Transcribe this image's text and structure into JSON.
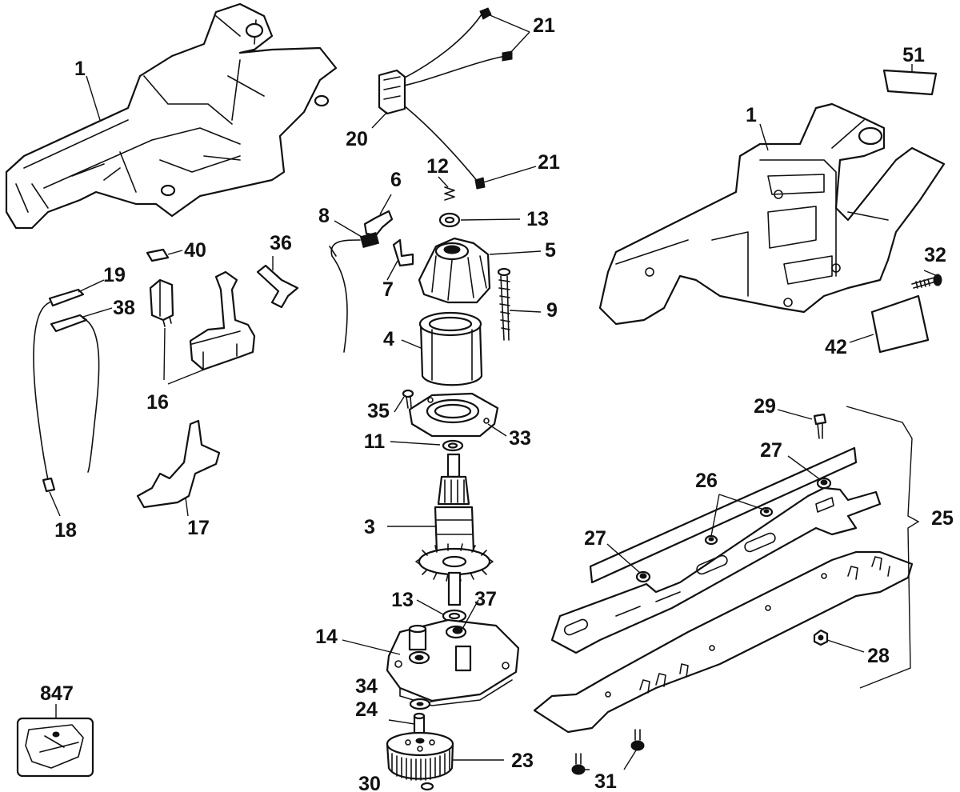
{
  "diagram": {
    "labels": {
      "p1_left": "1",
      "p1_right": "1",
      "p3": "3",
      "p4": "4",
      "p5": "5",
      "p6": "6",
      "p7": "7",
      "p8": "8",
      "p9": "9",
      "p11": "11",
      "p12": "12",
      "p13_top": "13",
      "p13_bottom": "13",
      "p14": "14",
      "p16": "16",
      "p17": "17",
      "p18": "18",
      "p19": "19",
      "p20": "20",
      "p21_top": "21",
      "p21_mid": "21",
      "p23": "23",
      "p24": "24",
      "p25": "25",
      "p26": "26",
      "p27_top": "27",
      "p27_left": "27",
      "p28": "28",
      "p29": "29",
      "p30": "30",
      "p31": "31",
      "p32": "32",
      "p33": "33",
      "p34": "34",
      "p35": "35",
      "p36": "36",
      "p37": "37",
      "p38": "38",
      "p40": "40",
      "p42": "42",
      "p51": "51",
      "p847": "847"
    }
  }
}
